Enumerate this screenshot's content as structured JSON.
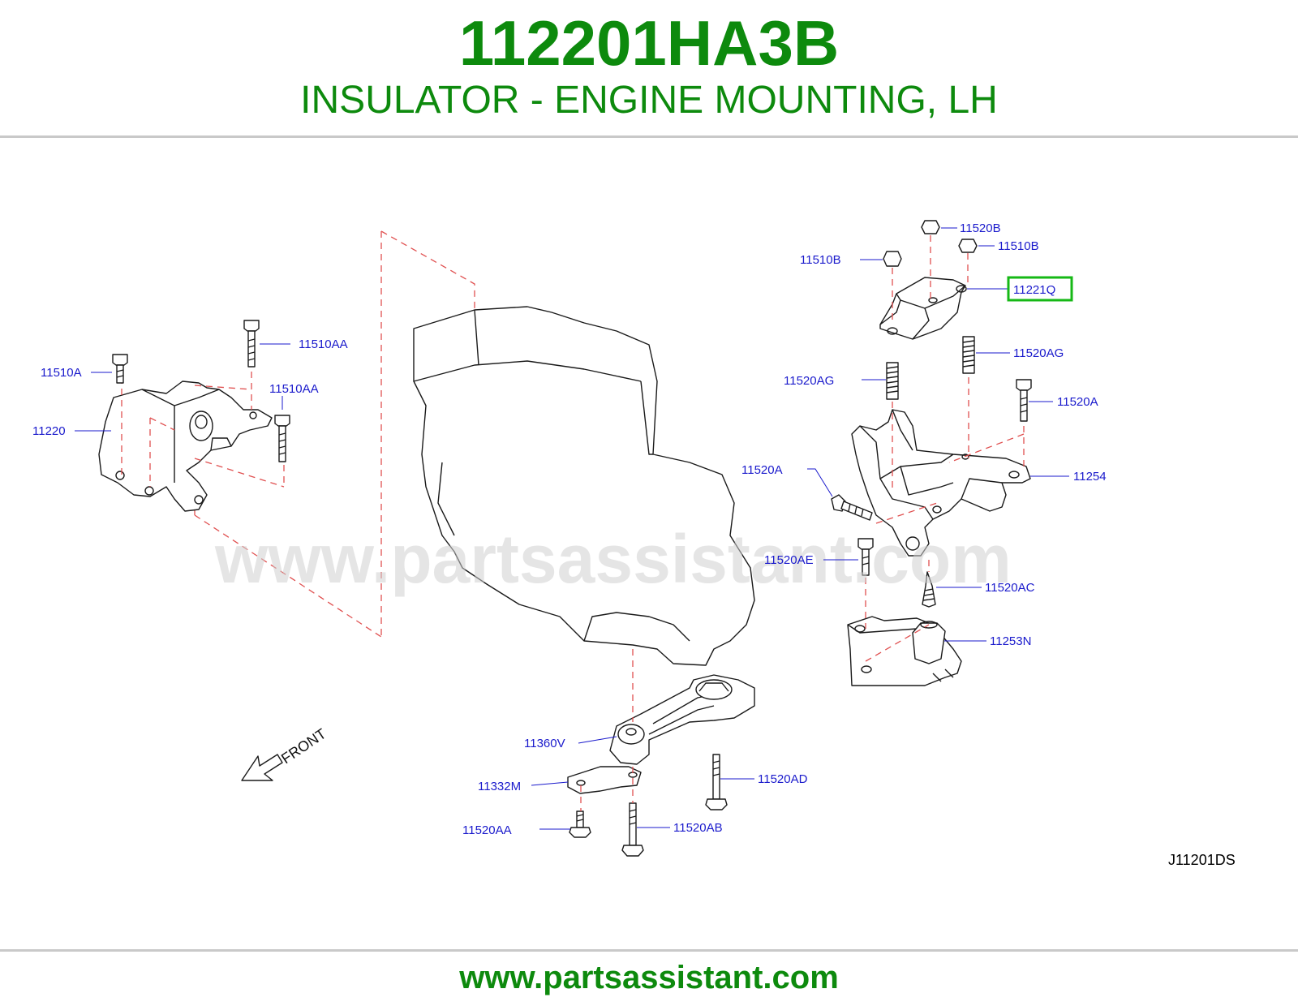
{
  "header": {
    "part_number": "112201HA3B",
    "part_name": "INSULATOR - ENGINE MOUNTING, LH"
  },
  "diagram": {
    "drawing_ref": "J11201DS",
    "front_label": "FRONT",
    "watermark": "www.partsassistant.com",
    "highlight_color": "#16b816",
    "callout_color": "#1a1acc",
    "callouts": {
      "c_11520B": "11520B",
      "c_11510B_r": "11510B",
      "c_11510B_l": "11510B",
      "c_11221Q": "11221Q",
      "c_11520AG_r": "11520AG",
      "c_11520AG_l": "11520AG",
      "c_11520A_r": "11520A",
      "c_11520A_l": "11520A",
      "c_11254": "11254",
      "c_11520AE": "11520AE",
      "c_11520AC": "11520AC",
      "c_11253N": "11253N",
      "c_11510AA_top": "11510AA",
      "c_11510A": "11510A",
      "c_11510AA_mid": "11510AA",
      "c_11220": "11220",
      "c_11360V": "11360V",
      "c_11520AD": "11520AD",
      "c_11332M": "11332M",
      "c_11520AA": "11520AA",
      "c_11520AB": "11520AB"
    }
  },
  "footer": {
    "url": "www.partsassistant.com"
  }
}
